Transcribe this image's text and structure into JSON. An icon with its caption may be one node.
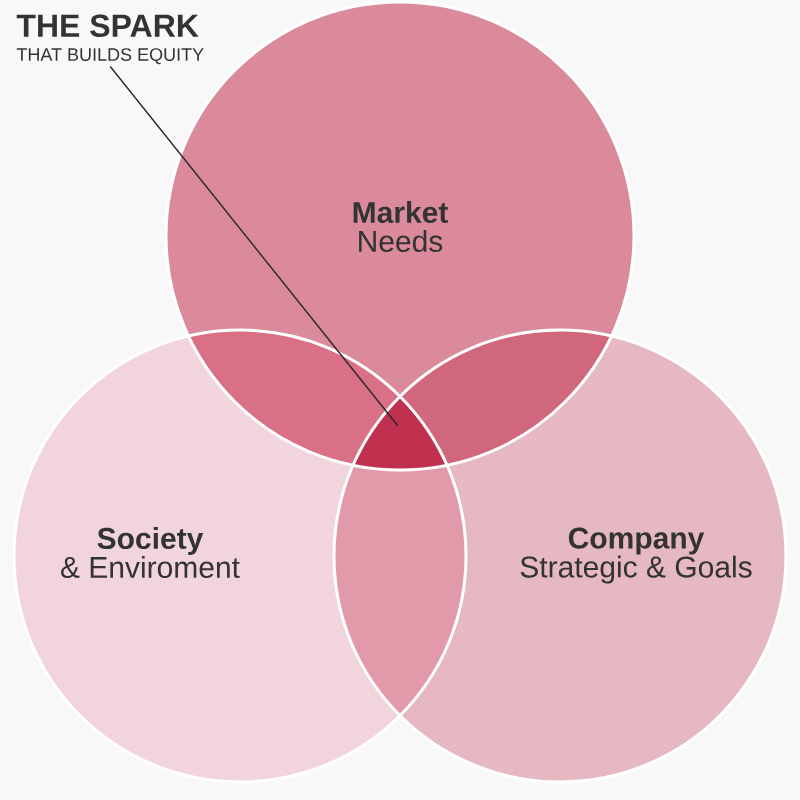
{
  "diagram": {
    "nodes": [
      {
        "text": [
          "THE SPARK",
          "THAT BUILDS EQUITY"
        ]
      },
      {
        "text": [
          "Market",
          "Needs"
        ]
      },
      {
        "text": [
          "Society",
          "& Enviroment"
        ]
      },
      {
        "text": [
          "Company",
          "Strategic & Goals"
        ]
      },
      {
        "text": [],
        "shape": "triangle"
      }
    ],
    "edges": [
      {
        "from": 0,
        "to": 4,
        "arrow": "none"
      }
    ]
  }
}
